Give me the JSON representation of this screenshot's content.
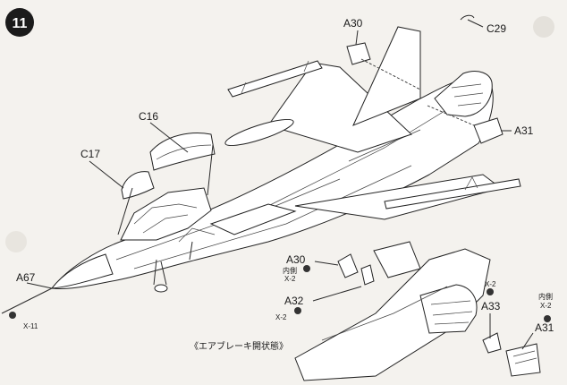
{
  "step": {
    "number": "11"
  },
  "callouts": {
    "c16": "C16",
    "c17": "C17",
    "a30_top": "A30",
    "c29": "C29",
    "a31_top": "A31",
    "a67": "A67",
    "x11": "X-11",
    "a30_detail": "A30",
    "naigawa1": "内側",
    "x2_a": "X-2",
    "a32": "A32",
    "x2_b": "X-2",
    "x2_c": "X-2",
    "a33": "A33",
    "naigawa2": "内側",
    "x2_d": "X-2",
    "a31_detail": "A31"
  },
  "caption": "《エアブレーキ開状態》"
}
